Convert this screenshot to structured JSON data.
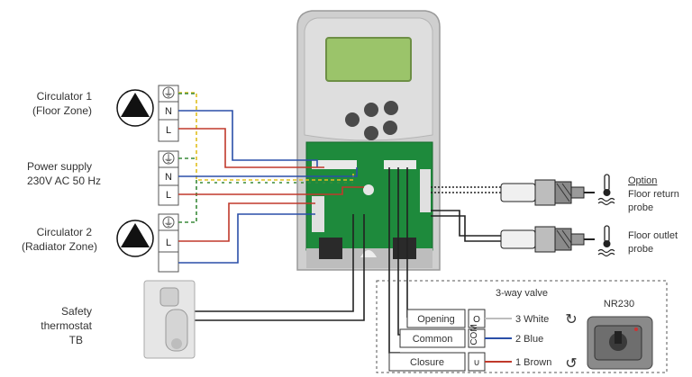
{
  "circulator1": {
    "line1": "Circulator 1",
    "line2": "(Floor Zone)"
  },
  "power": {
    "line1": "Power supply",
    "line2": "230V AC 50 Hz"
  },
  "circulator2": {
    "line1": "Circulator 2",
    "line2": "(Radiator Zone)"
  },
  "safety": {
    "line1": "Safety",
    "line2": "thermostat",
    "line3": "TB"
  },
  "terminals": {
    "earth": "⏚",
    "n": "N",
    "l": "L"
  },
  "valve": {
    "title": "3-way valve",
    "model": "NR230",
    "rows": [
      {
        "label": "Opening",
        "symbol": "O",
        "wire": "3 White",
        "arrow": "↻",
        "color": "#bdbdbd"
      },
      {
        "label": "Common",
        "symbol": "COM",
        "wire": "2 Blue",
        "arrow": "",
        "color": "#2a4fa8"
      },
      {
        "label": "Closure",
        "symbol": "∪",
        "wire": "1 Brown",
        "arrow": "↺",
        "color": "#c0392b"
      }
    ]
  },
  "probes": {
    "option_label": "Option",
    "return_line1": "Floor return",
    "return_line2": "probe",
    "outlet_line1": "Floor outlet",
    "outlet_line2": "probe"
  },
  "colors": {
    "blue": "#2a4fa8",
    "brown": "#c0392b",
    "earth_green": "#3a8a3a",
    "earth_yellow": "#e0c020",
    "board": "#1e8a3c",
    "housing": "#c8c8c8",
    "screen": "#9bc46a"
  }
}
